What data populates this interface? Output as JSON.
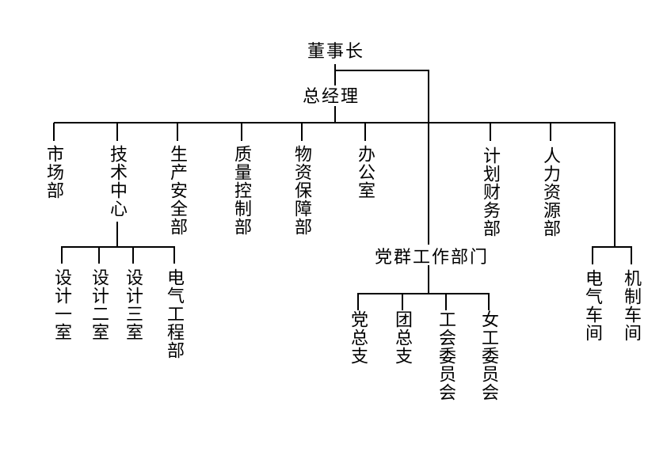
{
  "colors": {
    "background": "#ffffff",
    "line": "#000000",
    "text": "#000000"
  },
  "org": {
    "chairman": {
      "label": "董事长",
      "party_group": {
        "label": "党群工作部门",
        "children": [
          {
            "label": "党总支"
          },
          {
            "label": "团总支"
          },
          {
            "label": "工会委员会"
          },
          {
            "label": "女工委员会"
          }
        ]
      },
      "general_manager": {
        "label": "总经理",
        "departments": [
          {
            "label": "市场部"
          },
          {
            "label": "技术中心",
            "children": [
              {
                "label": "设计一室"
              },
              {
                "label": "设计二室"
              },
              {
                "label": "设计三室"
              },
              {
                "label": "电气工程部"
              }
            ]
          },
          {
            "label": "生产安全部"
          },
          {
            "label": "质量控制部"
          },
          {
            "label": "物资保障部"
          },
          {
            "label": "办公室"
          },
          {
            "label": "计划财务部"
          },
          {
            "label": "人力资源部"
          }
        ],
        "workshops": [
          {
            "label": "电气车间"
          },
          {
            "label": "机制车间"
          }
        ]
      }
    }
  }
}
